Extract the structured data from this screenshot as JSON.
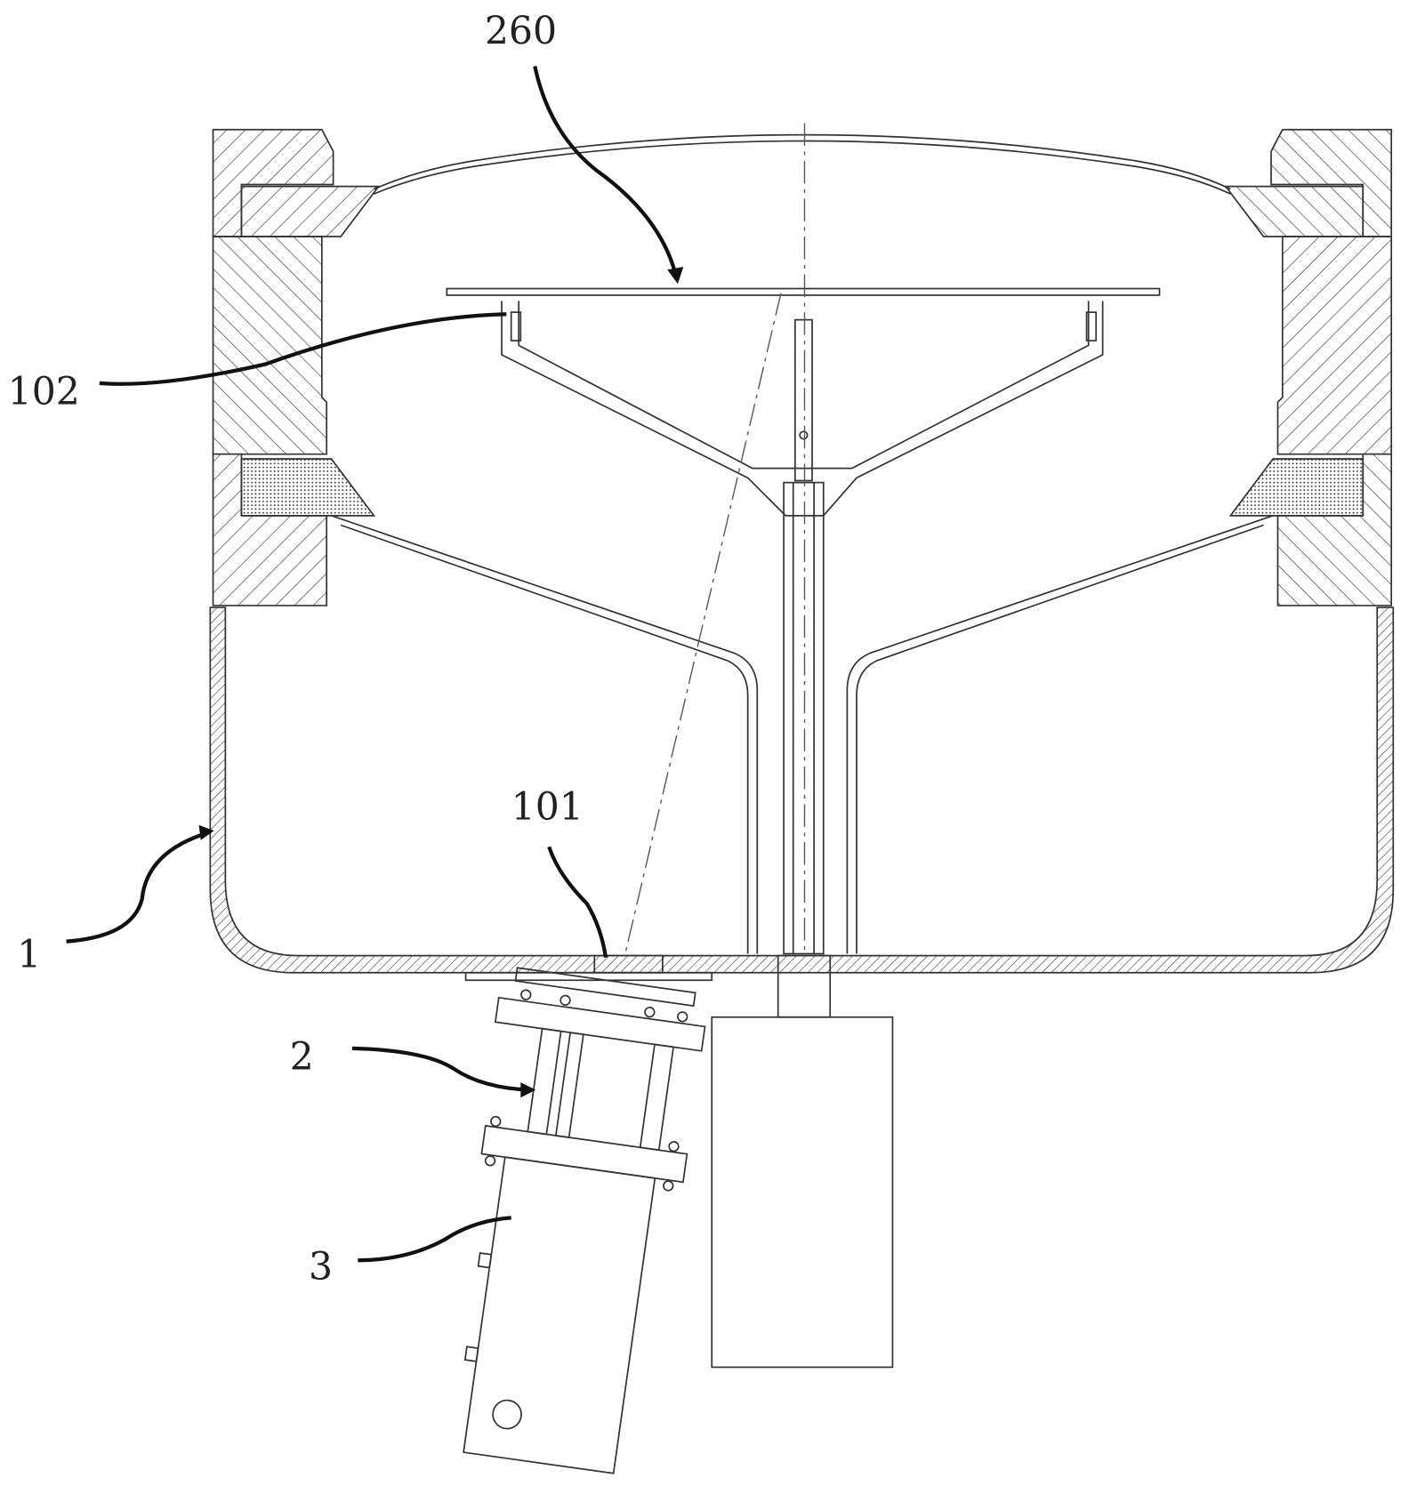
{
  "figure": {
    "labels": [
      {
        "id": "label-260",
        "text": "260"
      },
      {
        "id": "label-102",
        "text": "102"
      },
      {
        "id": "label-101",
        "text": "101"
      },
      {
        "id": "label-1",
        "text": "1"
      },
      {
        "id": "label-2",
        "text": "2"
      },
      {
        "id": "label-3",
        "text": "3"
      }
    ]
  },
  "colors": {
    "line": "#333333",
    "background": "#ffffff"
  }
}
